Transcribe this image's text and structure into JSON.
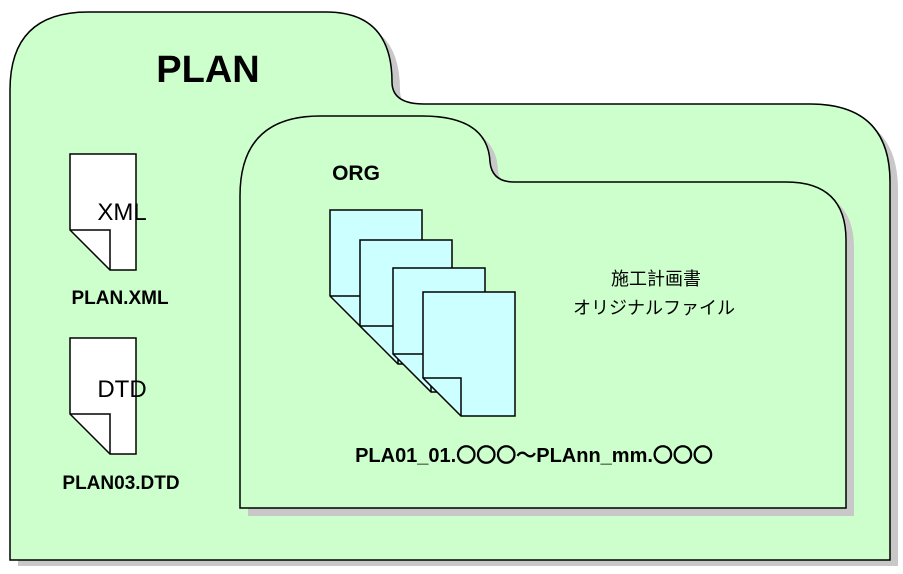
{
  "outer_folder": {
    "title": "PLAN",
    "fill_color": "#ccffcc",
    "shadow_color": "#c8c8c8"
  },
  "files": [
    {
      "icon": "document-icon",
      "icon_text": "XML",
      "name": "PLAN.XML"
    },
    {
      "icon": "document-icon",
      "icon_text": "DTD",
      "name": "PLAN03.DTD"
    }
  ],
  "inner_folder": {
    "title": "ORG",
    "fill_color": "#ccffcc",
    "description_line1": "施工計画書",
    "description_line2": "オリジナルファイル",
    "file_range": "PLA01_01.〇〇〇～PLAnn_mm.〇〇〇",
    "stack_page_color": "#ccffff"
  }
}
